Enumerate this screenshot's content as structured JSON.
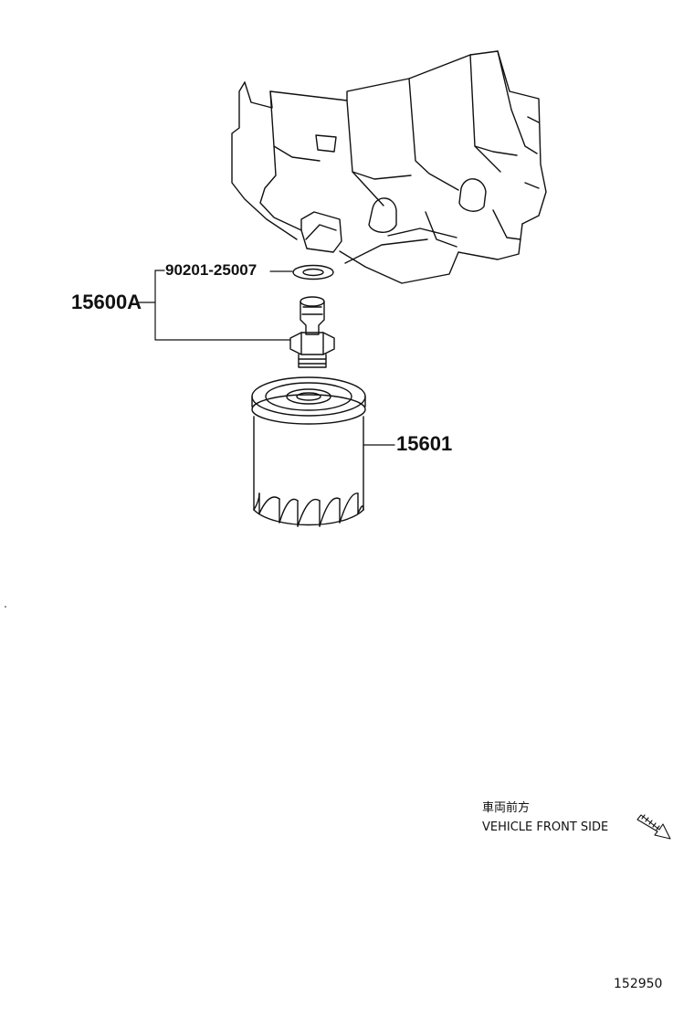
{
  "callouts": {
    "gasket_part": "90201-25007",
    "assembly_part": "15600A",
    "filter_part": "15601"
  },
  "orientation": {
    "japanese": "車両前方",
    "english": "VEHICLE FRONT SIDE"
  },
  "reference_number": "152950"
}
